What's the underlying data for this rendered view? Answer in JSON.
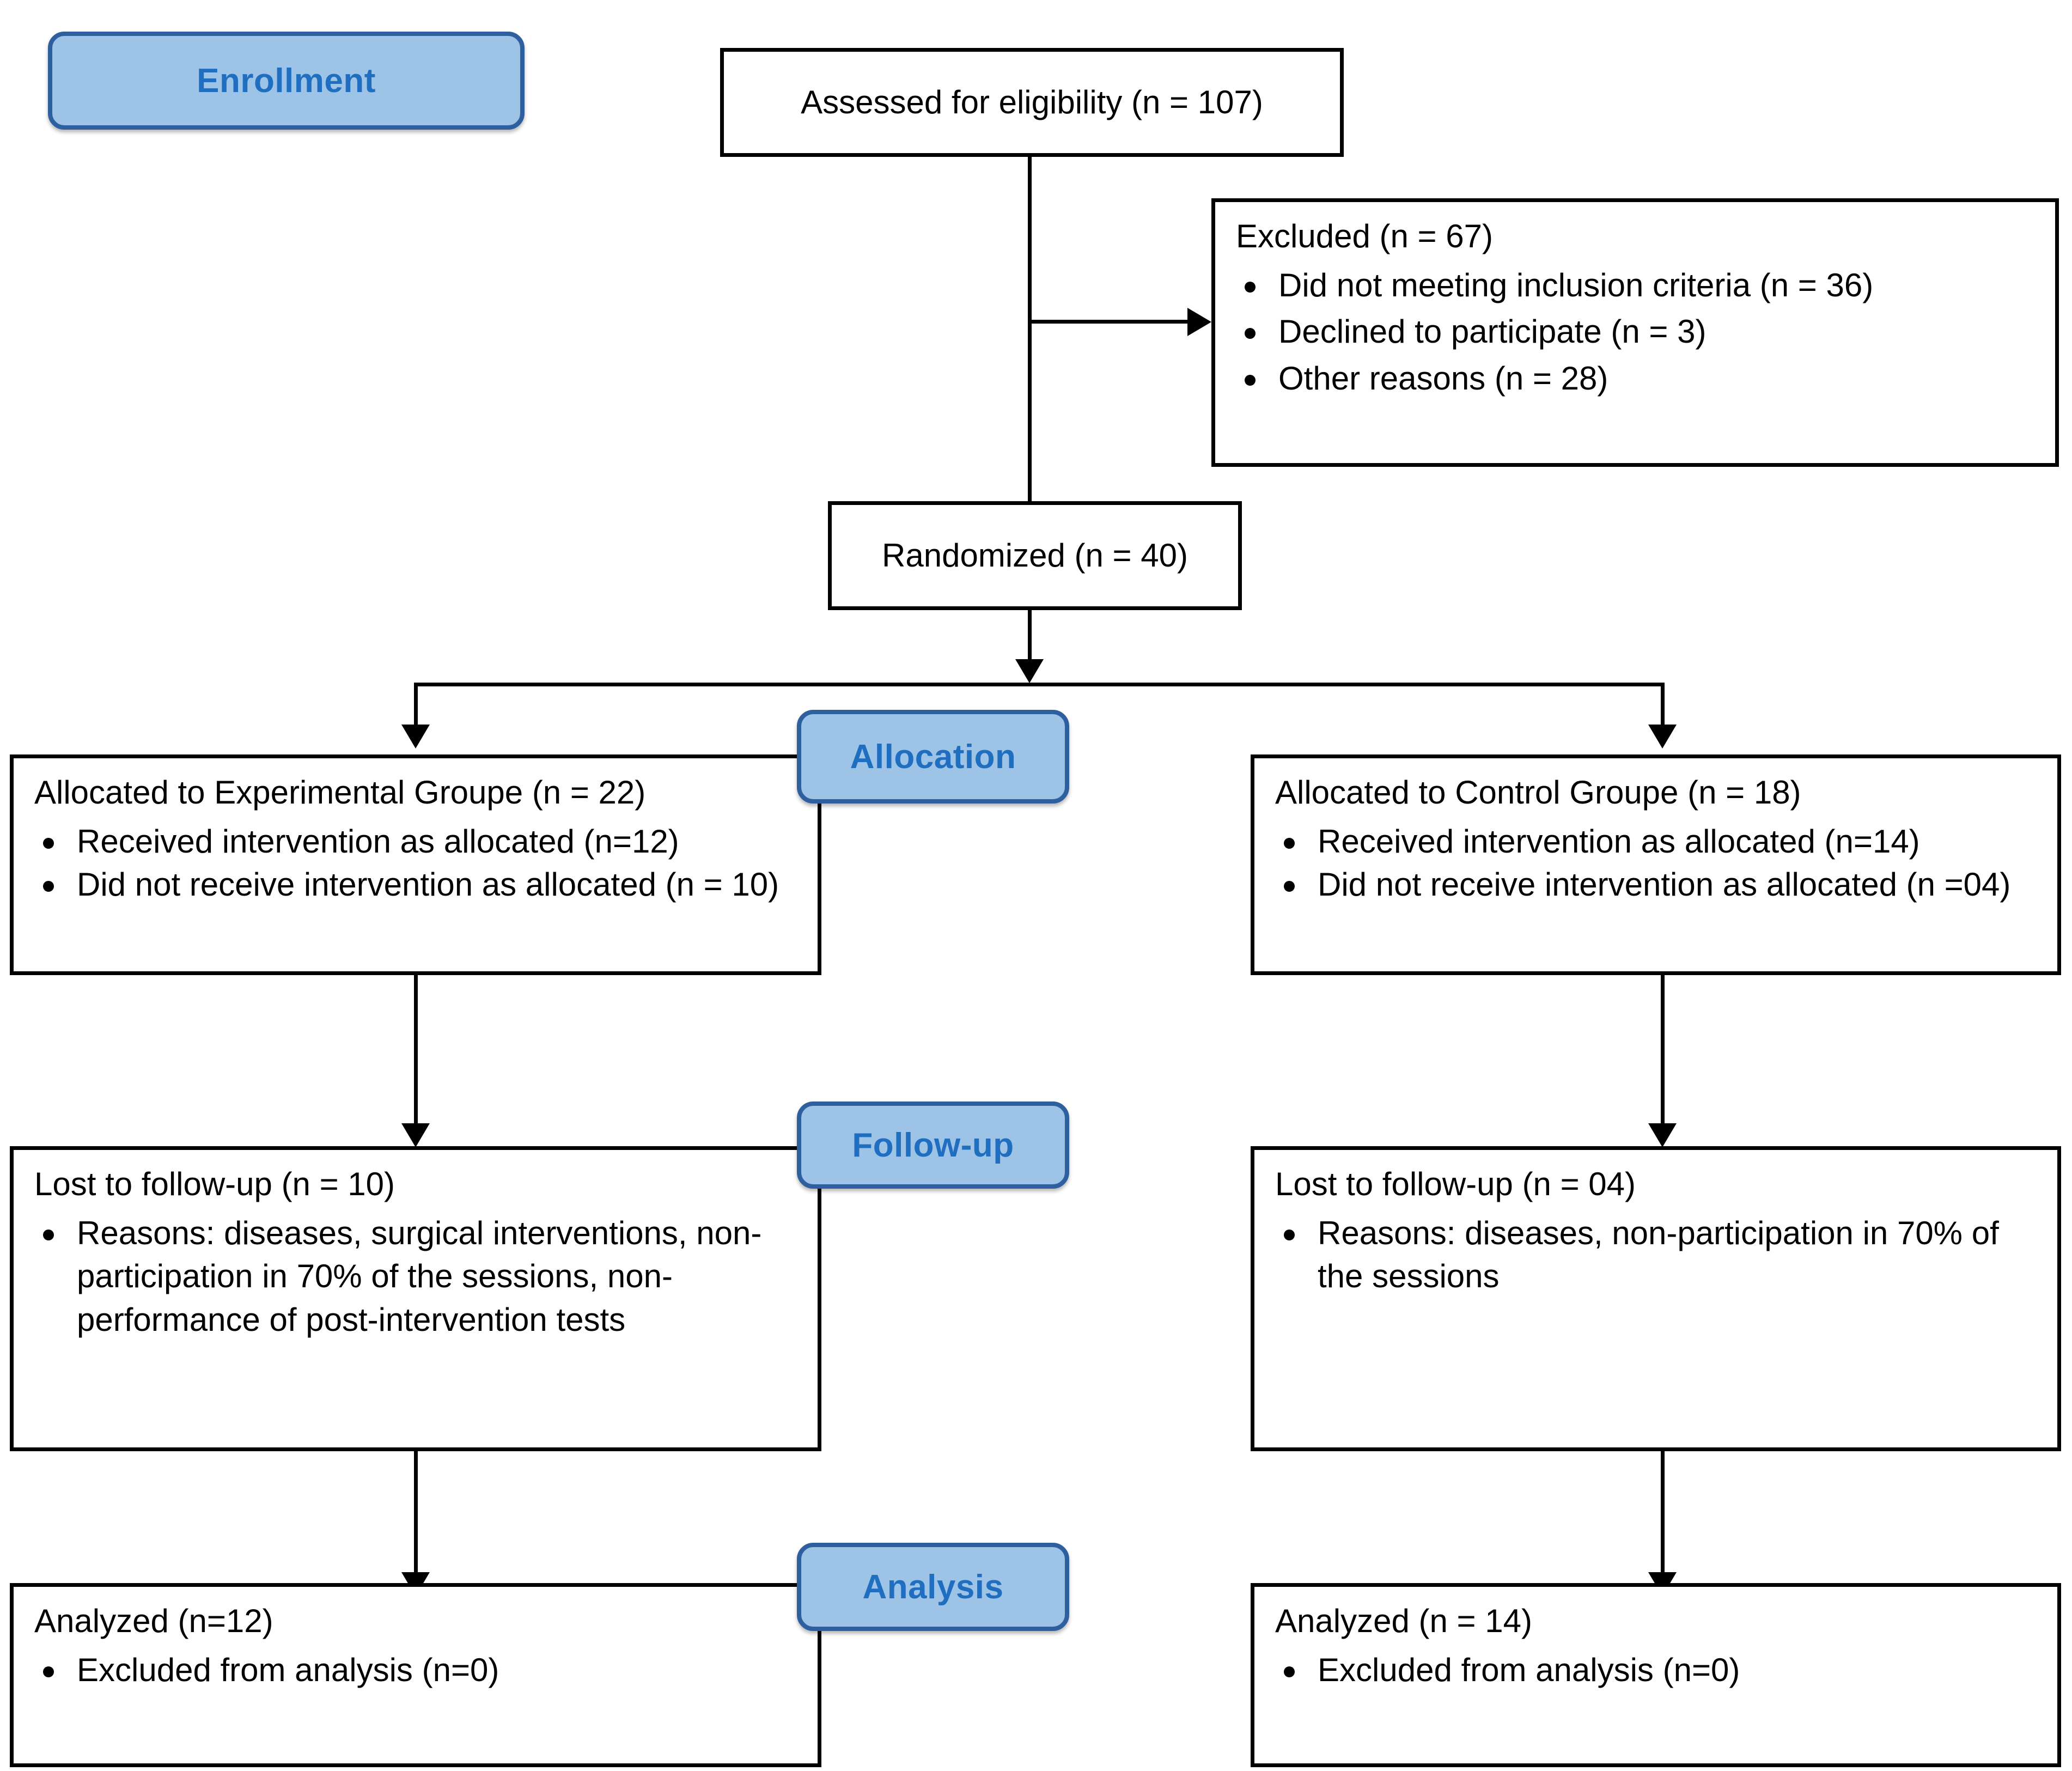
{
  "diagram": {
    "type": "consort-flow-diagram",
    "stage_labels": [
      {
        "id": "enrollment",
        "label": "Enrollment"
      },
      {
        "id": "allocation",
        "label": "Allocation"
      },
      {
        "id": "followup",
        "label": "Follow-up"
      },
      {
        "id": "analysis",
        "label": "Analysis"
      }
    ],
    "colors": {
      "badge_fill": "#9DC3E6",
      "badge_border": "#2E5F9E",
      "badge_text": "#1F6EC0",
      "box_border": "#000000",
      "box_fill": "#FFFFFF",
      "connector": "#000000"
    },
    "nodes": {
      "assessed": {
        "title": "Assessed for eligibility (n = 107)",
        "value": 107
      },
      "excluded": {
        "title": "Excluded (n = 67)",
        "value": 67,
        "items": [
          "Did not meeting inclusion criteria (n = 36)",
          "Declined to participate (n = 3)",
          "Other reasons (n = 28)"
        ]
      },
      "randomized": {
        "title": "Randomized (n = 40)",
        "value": 40
      },
      "alloc_experimental": {
        "title": "Allocated to Experimental Groupe (n = 22)",
        "value": 22,
        "items": [
          "Received intervention as allocated (n=12)",
          "Did not receive intervention as allocated (n = 10)"
        ]
      },
      "alloc_control": {
        "title": "Allocated to Control Groupe (n = 18)",
        "value": 18,
        "items": [
          "Received intervention as allocated (n=14)",
          "Did not receive intervention as allocated (n =04)"
        ]
      },
      "followup_experimental": {
        "title": "Lost to follow-up (n = 10)",
        "value": 10,
        "items": [
          "Reasons: diseases, surgical interventions, non-participation in 70% of the sessions, non-performance of post-intervention tests"
        ]
      },
      "followup_control": {
        "title": "Lost to follow-up (n = 04)",
        "value": 4,
        "items": [
          "Reasons: diseases, non-participation in 70% of the sessions"
        ]
      },
      "analysis_experimental": {
        "title": "Analyzed (n=12)",
        "value": 12,
        "items": [
          "Excluded from analysis (n=0)"
        ]
      },
      "analysis_control": {
        "title": "Analyzed (n = 14)",
        "value": 14,
        "items": [
          "Excluded from analysis (n=0)"
        ]
      }
    }
  }
}
